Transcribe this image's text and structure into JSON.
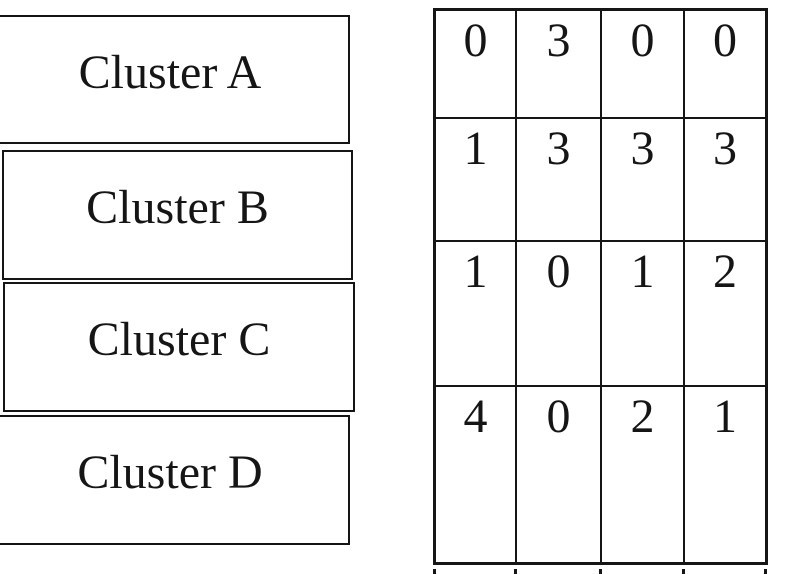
{
  "figure": {
    "clusters": [
      {
        "label": "Cluster A"
      },
      {
        "label": "Cluster B"
      },
      {
        "label": "Cluster C"
      },
      {
        "label": "Cluster D"
      }
    ],
    "matrix": {
      "rows": [
        [
          "0",
          "3",
          "0",
          "0"
        ],
        [
          "1",
          "3",
          "3",
          "3"
        ],
        [
          "1",
          "0",
          "1",
          "2"
        ],
        [
          "4",
          "0",
          "2",
          "1"
        ]
      ]
    },
    "colors": {
      "line": "#151515",
      "background": "#ffffff",
      "text": "#151515"
    }
  }
}
